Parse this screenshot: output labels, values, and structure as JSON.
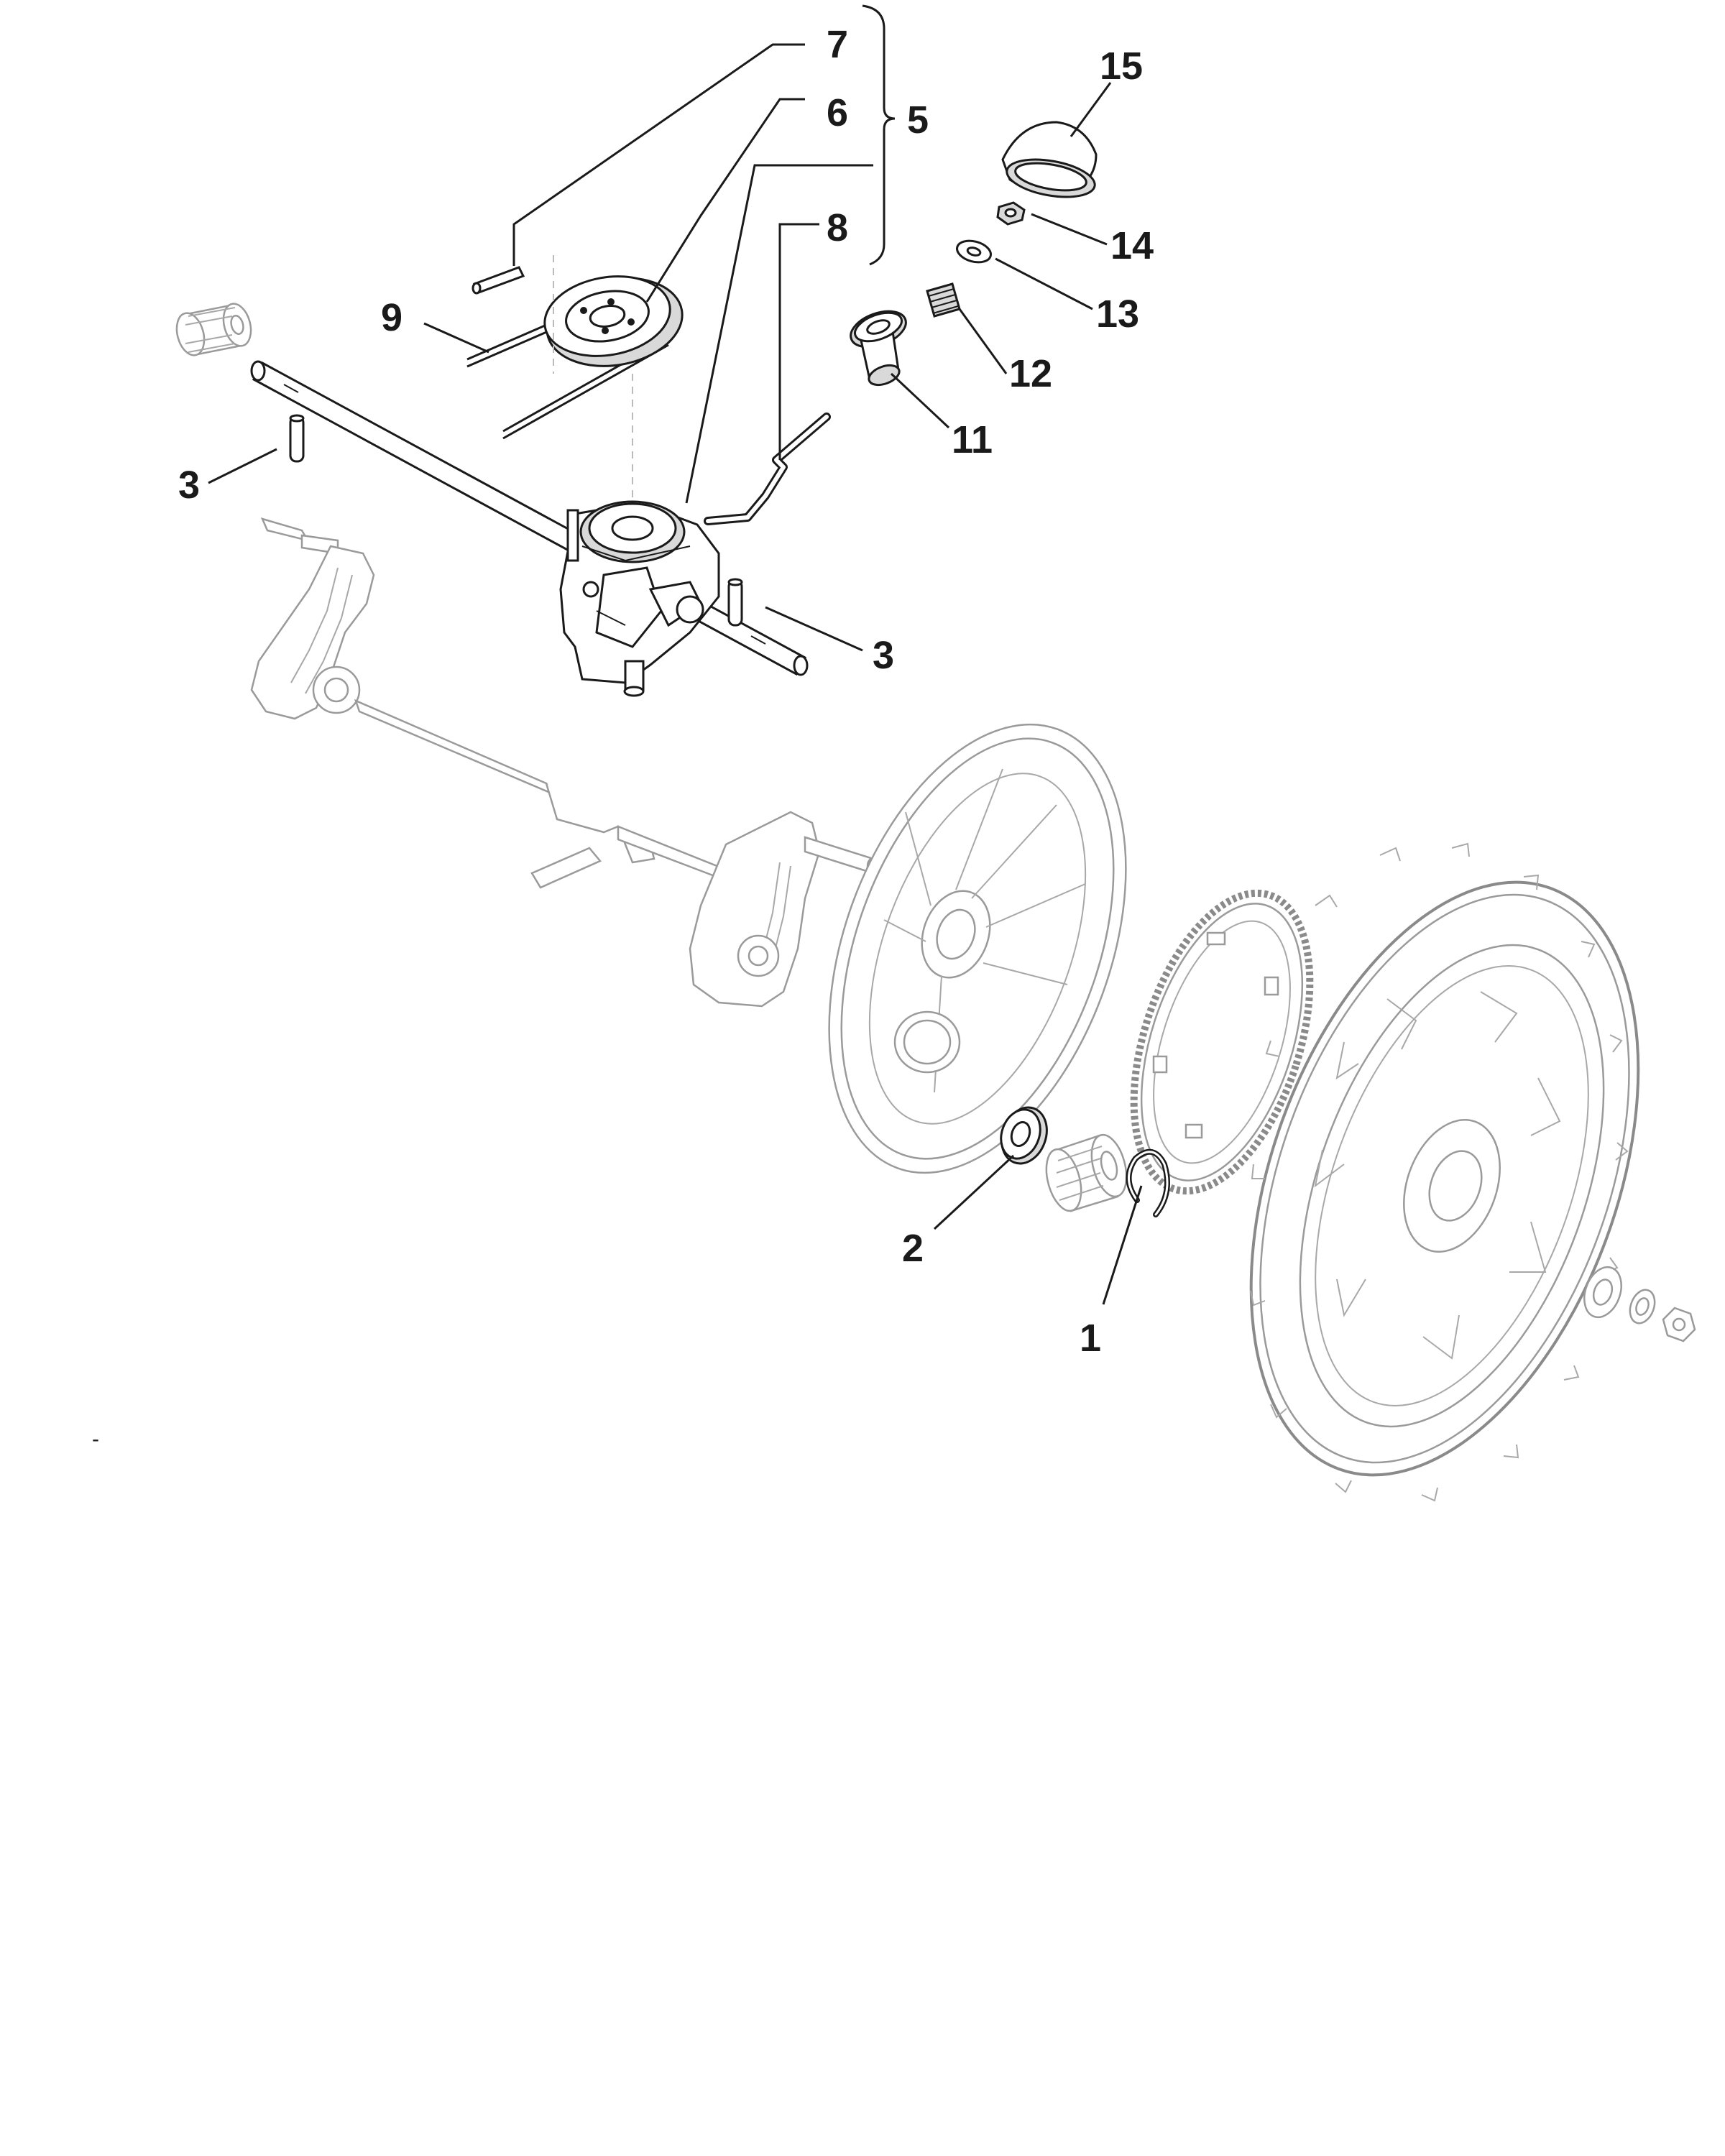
{
  "diagram": {
    "callouts": [
      {
        "id": "c1",
        "label": "1"
      },
      {
        "id": "c2",
        "label": "2"
      },
      {
        "id": "c3a",
        "label": "3"
      },
      {
        "id": "c3b",
        "label": "3"
      },
      {
        "id": "c5",
        "label": "5"
      },
      {
        "id": "c6",
        "label": "6"
      },
      {
        "id": "c7",
        "label": "7"
      },
      {
        "id": "c8",
        "label": "8"
      },
      {
        "id": "c9",
        "label": "9"
      },
      {
        "id": "c11",
        "label": "11"
      },
      {
        "id": "c12",
        "label": "12"
      },
      {
        "id": "c13",
        "label": "13"
      },
      {
        "id": "c14",
        "label": "14"
      },
      {
        "id": "c15",
        "label": "15"
      }
    ],
    "stray_mark": "-"
  }
}
